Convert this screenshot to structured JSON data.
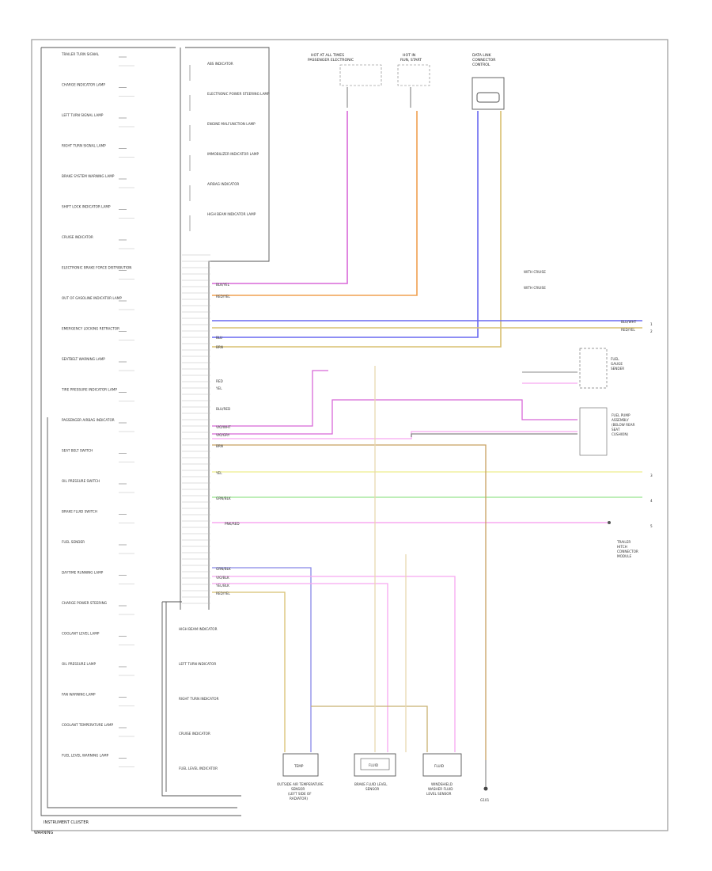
{
  "title": "INSTRUMENT CLUSTER",
  "page_label": "WARNING",
  "colors": {
    "border": "#9a9a9a",
    "wire_black": "#555555",
    "violet": "#d868d8",
    "orange": "#f0a050",
    "red": "#f08080",
    "blue": "#6868f0",
    "tan": "#d8c070",
    "yellow": "#f0f0a0",
    "green": "#a8e8a0",
    "pink": "#f8a8f0",
    "gray": "#b0b0b0"
  },
  "top_components": [
    {
      "id": "hot-at-all-times",
      "label": "HOT AT ALL TIMES\nPASSENGER ELECTRONIC"
    },
    {
      "id": "hot-in-run",
      "label": "HOT IN\nRUN, START"
    },
    {
      "id": "data-link",
      "label": "DATA LINK\nCONNECTOR\nCONTROL"
    }
  ],
  "cluster_lamps": [
    "TRAILER TURN SIGNAL",
    "CHARGE INDICATOR LAMP",
    "LEFT TURN SIGNAL LAMP",
    "RIGHT TURN SIGNAL LAMP",
    "BRAKE SYSTEM WARNING LAMP",
    "SHIFT LOCK INDICATOR LAMP",
    "CRUISE INDICATOR",
    "ELECTRONIC BRAKE FORCE DISTRIBUTION",
    "OUT OF GASOLINE INDICATOR LAMP",
    "EMERGENCY LOCKING RETRACTOR",
    "SEATBELT WARNING LAMP",
    "TIRE PRESSURE INDICATOR LAMP",
    "PASSENGER AIRBAG INDICATOR",
    "SEAT BELT SWITCH",
    "OIL PRESSURE SWITCH",
    "BRAKE FLUID SWITCH",
    "FUEL SENDER",
    "DAYTIME RUNNING LAMP",
    "CHARGE POWER STEERING",
    "COOLANT LEVEL LAMP",
    "OIL PRESSURE LAMP",
    "FAN WARNING LAMP",
    "COOLANT TEMPERATURE LAMP",
    "FUEL LEVEL WARNING LAMP"
  ],
  "inner_indicators": [
    "ABS INDICATOR",
    "ELECTRONIC POWER STEERING LAMP",
    "ENGINE MALFUNCTION LAMP",
    "IMMOBILIZER INDICATOR LAMP",
    "AIRBAG INDICATOR",
    "HIGH BEAM INDICATOR LAMP"
  ],
  "bottom_indicators": [
    "HIGH BEAM INDICATOR",
    "LEFT TURN INDICATOR",
    "RIGHT TURN INDICATOR",
    "CRUISE INDICATOR",
    "FUEL LEVEL INDICATOR"
  ],
  "wire_labels": [
    {
      "id": "w1",
      "text": "BLK/YEL"
    },
    {
      "id": "w2",
      "text": "RED/YEL"
    },
    {
      "id": "w3",
      "text": "BLU/WHT"
    },
    {
      "id": "w4",
      "text": "RED/YEL"
    },
    {
      "id": "w5",
      "text": "BLU"
    },
    {
      "id": "w6",
      "text": "BRN"
    },
    {
      "id": "w7",
      "text": "RED"
    },
    {
      "id": "w8",
      "text": "YEL"
    },
    {
      "id": "w9",
      "text": "BLU/RED"
    },
    {
      "id": "w10",
      "text": "VIO/WHT"
    },
    {
      "id": "w11",
      "text": "VIO/GRY"
    },
    {
      "id": "w12",
      "text": "BRN"
    },
    {
      "id": "w13",
      "text": "YEL"
    },
    {
      "id": "w14",
      "text": "GRN/BLK"
    },
    {
      "id": "w15",
      "text": "PNK/RED"
    },
    {
      "id": "w16",
      "text": "GRN/BLK"
    },
    {
      "id": "w17",
      "text": "VIO/BLK"
    },
    {
      "id": "w18",
      "text": "YEL/BLK"
    },
    {
      "id": "w19",
      "text": "RED/YEL"
    }
  ],
  "bottom_sensors": [
    {
      "id": "outside-temp",
      "label": "OUTSIDE AIR TEMPERATURE\nSENSOR\n(LEFT SIDE OF\nRADIATOR)",
      "box": "TEMP"
    },
    {
      "id": "brake-fluid",
      "label": "BRAKE FLUID LEVEL\nSENSOR",
      "box": "FLUID"
    },
    {
      "id": "washer-fluid",
      "label": "WINDSHIELD\nWASHER FLUID\nLEVEL SENSOR",
      "box": "FLUID"
    },
    {
      "id": "ground",
      "label": "G101",
      "box": ""
    }
  ],
  "right_components": [
    {
      "id": "fuel-gauge",
      "label": "FUEL\nGAUGE\nSENDER"
    },
    {
      "id": "fuel-pump",
      "label": "FUEL PUMP\nASSEMBLY\n(BELOW REAR\nSEAT\nCUSHION)"
    },
    {
      "id": "trailer",
      "label": "TRAILER\nHITCH\nCONNECTOR\nMODULE"
    }
  ],
  "legend": [
    {
      "id": "l1",
      "text": "WITH CRUISE"
    },
    {
      "id": "l2",
      "text": "WITH CRUISE"
    }
  ],
  "right_ticks": [
    "1",
    "2",
    "3",
    "4",
    "5"
  ]
}
